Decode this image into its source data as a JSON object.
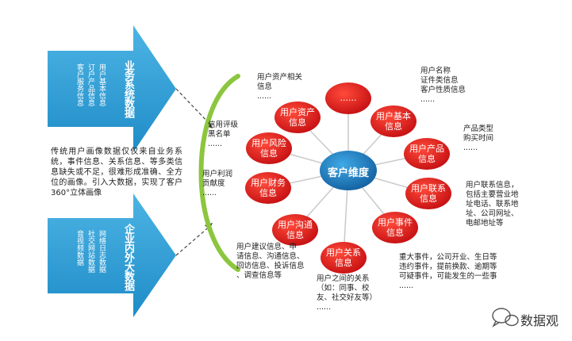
{
  "colors": {
    "arrow_blue": "#33a3d8",
    "circle_red": "#e11e1e",
    "center_blue": "#1c87c9",
    "curve_green": "#8cc63f",
    "dash_color": "#444444"
  },
  "arrows": {
    "top": {
      "title": "业务系统数据",
      "columns": [
        "用户基本信息",
        "订户产品信息",
        "客户服务信息"
      ]
    },
    "bottom": {
      "title": "企业内外大数据",
      "columns": [
        "网络日志数据",
        "社交网站数据",
        "音视频数据"
      ]
    }
  },
  "intro_text": "传统用户画像数据仅仅来自业务系统，事件信息、关系信息、等多类信息缺失或不足，很难形成准确、全方位的画像。引入大数据，实现了客户360°立体画像",
  "center": {
    "label": "客户维度"
  },
  "circles": [
    {
      "label": "......"
    },
    {
      "label": "用户基本信息"
    },
    {
      "label": "用户产品信息"
    },
    {
      "label": "用户联系信息"
    },
    {
      "label": "用户事件信息"
    },
    {
      "label": "用户关系信息"
    },
    {
      "label": "用户沟通信息"
    },
    {
      "label": "用户财务信息"
    },
    {
      "label": "用户风险信息"
    },
    {
      "label": "用户资产信息"
    }
  ],
  "annotations": [
    {
      "lines": [
        "用户资产相关",
        "信息",
        "......"
      ]
    },
    {
      "lines": [
        "用户名称",
        "证件类信息",
        "客户性质信息",
        "......"
      ]
    },
    {
      "lines": [
        "信用评级",
        "黑名单",
        "......"
      ]
    },
    {
      "lines": [
        "产品类型",
        "购买时间",
        "......"
      ]
    },
    {
      "lines": [
        "用户利润",
        "贡献度",
        "......"
      ]
    },
    {
      "lines": [
        "用户联系信息，",
        "包括主要营业地",
        "址电话、联系地",
        "址、公司网址、",
        "电邮地址等"
      ]
    },
    {
      "lines": [
        "用户建议信息、申",
        "请信息、沟通信息、",
        "回访信息、投诉信息",
        "、调查信息等"
      ]
    },
    {
      "lines": [
        "重大事件，公司开业、生日等",
        "违约事件，提前换款、逾期等",
        "可疑事件，可能发生的一些事",
        "......"
      ]
    },
    {
      "lines": [
        "用户之间的关系",
        "（如：同事、校",
        "友、社交好友等）",
        "......"
      ]
    }
  ],
  "watermark": {
    "text": "数据观"
  }
}
